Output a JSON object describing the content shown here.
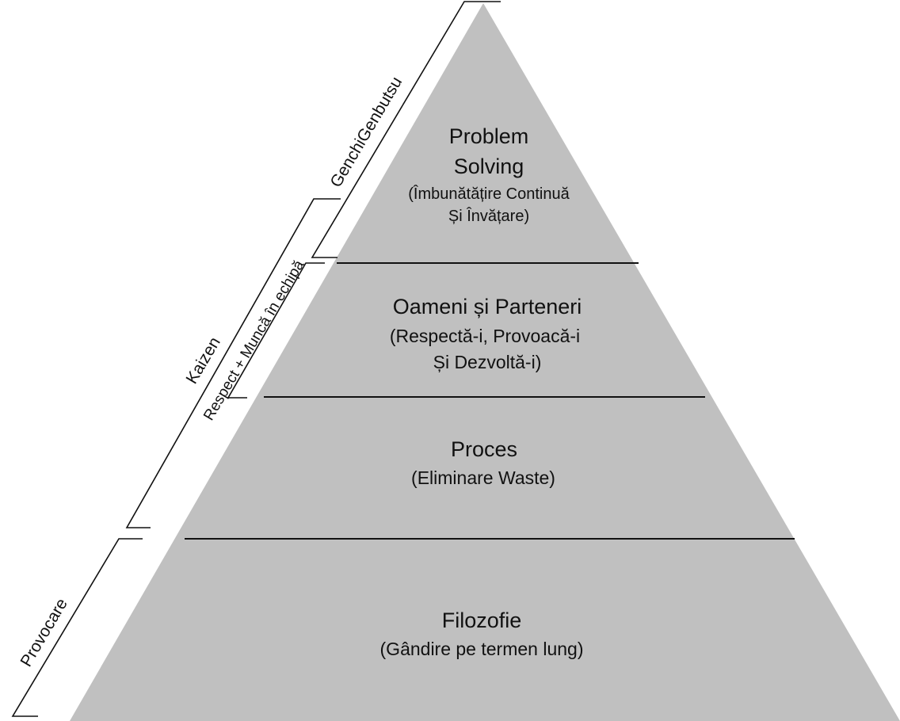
{
  "pyramid": {
    "fill_color": "#c0c0c0",
    "tiers": [
      {
        "title": [
          "Problem",
          "Solving"
        ],
        "subtitle": [
          "(Îmbunătățire Continuă",
          "Și Învățare)"
        ]
      },
      {
        "title": [
          "Oameni și Parteneri"
        ],
        "subtitle": [
          "(Respectă-i, Provoacă-i",
          "Și Dezvoltă-i)"
        ]
      },
      {
        "title": [
          "Proces"
        ],
        "subtitle": [
          "(Eliminare Waste)"
        ]
      },
      {
        "title": [
          "Filozofie"
        ],
        "subtitle": [
          "(Gândire pe termen lung)"
        ]
      }
    ]
  },
  "side_labels": {
    "genchi_genbutsu": "GenchiGenbutsu",
    "respect": "Respect + Muncă în echipă",
    "kaizen": "Kaizen",
    "provocare": "Provocare"
  }
}
